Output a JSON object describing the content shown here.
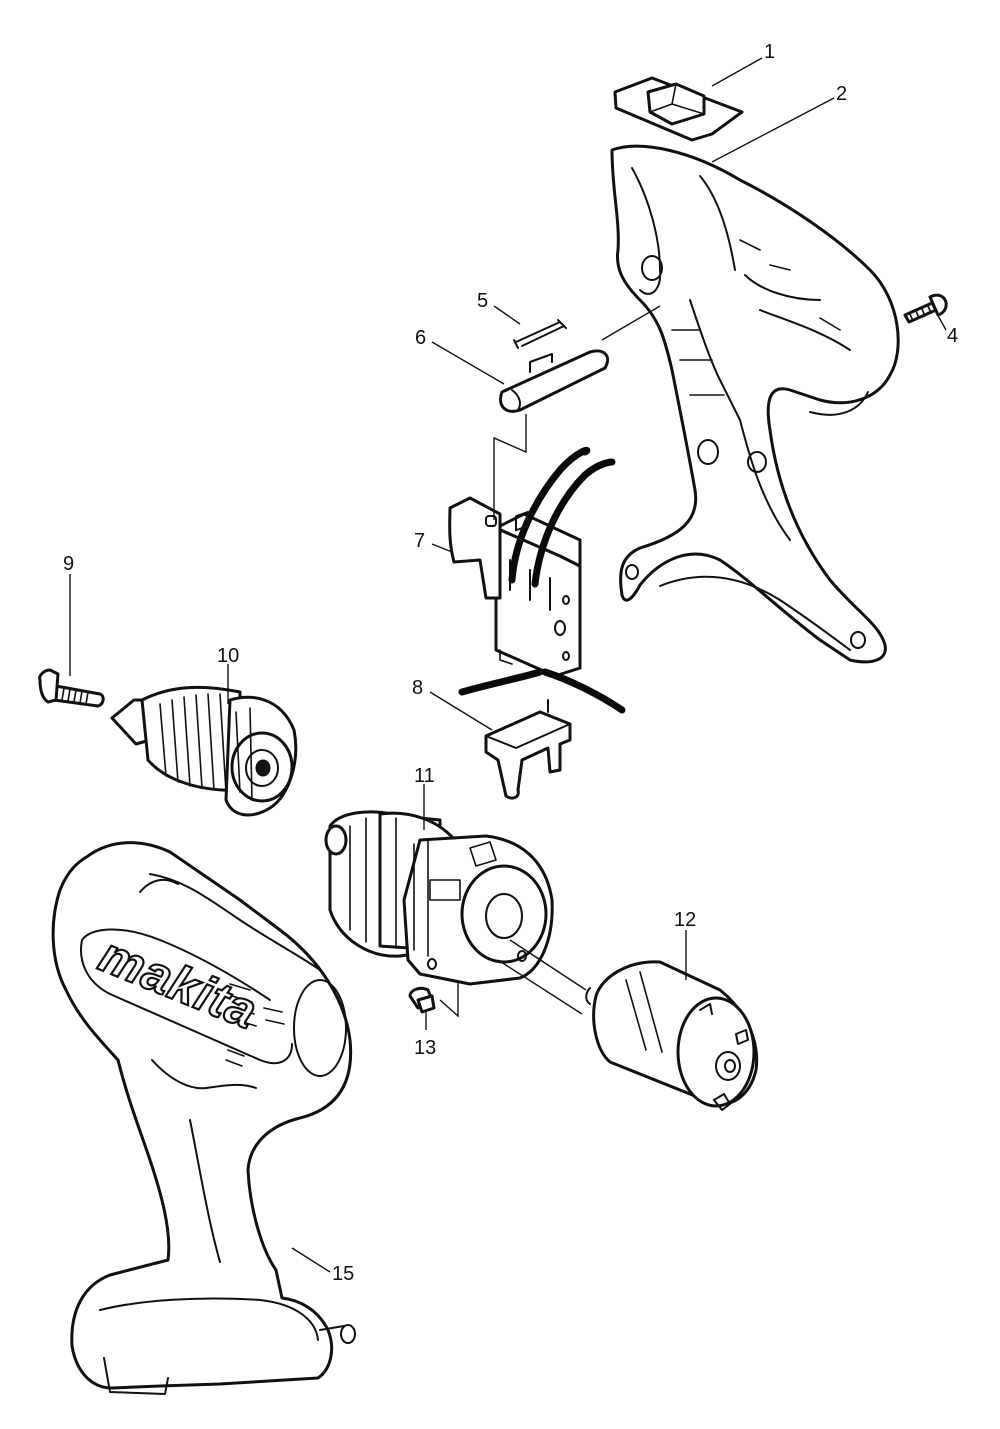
{
  "callouts": [
    {
      "key": "p1",
      "label": "1"
    },
    {
      "key": "p2",
      "label": "2"
    },
    {
      "key": "p4",
      "label": "4"
    },
    {
      "key": "p5",
      "label": "5"
    },
    {
      "key": "p6",
      "label": "6"
    },
    {
      "key": "p7",
      "label": "7"
    },
    {
      "key": "p8",
      "label": "8"
    },
    {
      "key": "p9",
      "label": "9"
    },
    {
      "key": "p10",
      "label": "10"
    },
    {
      "key": "p11",
      "label": "11"
    },
    {
      "key": "p12",
      "label": "12"
    },
    {
      "key": "p13",
      "label": "13"
    },
    {
      "key": "p15",
      "label": "15"
    }
  ],
  "brand": "makita"
}
